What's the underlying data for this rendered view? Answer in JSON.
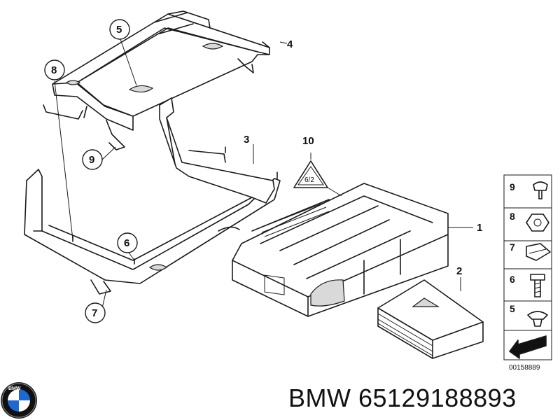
{
  "callouts": {
    "c1": "1",
    "c2": "2",
    "c3": "3",
    "c4": "4",
    "c5": "5",
    "c6": "6",
    "c7": "7",
    "c8": "8",
    "c9": "9",
    "c10": "10"
  },
  "kit": {
    "k9": "9",
    "k8": "8",
    "k7": "7",
    "k6": "6",
    "k5": "5"
  },
  "diagram_id": "00158889",
  "warning_label_text": "6/2",
  "caption": "BMW 65129188893",
  "logo": {
    "icon": "bmw-roundel-icon",
    "text": "BMW",
    "colors": {
      "blue": "#1c69d4",
      "black": "#111111",
      "white": "#ffffff"
    }
  }
}
